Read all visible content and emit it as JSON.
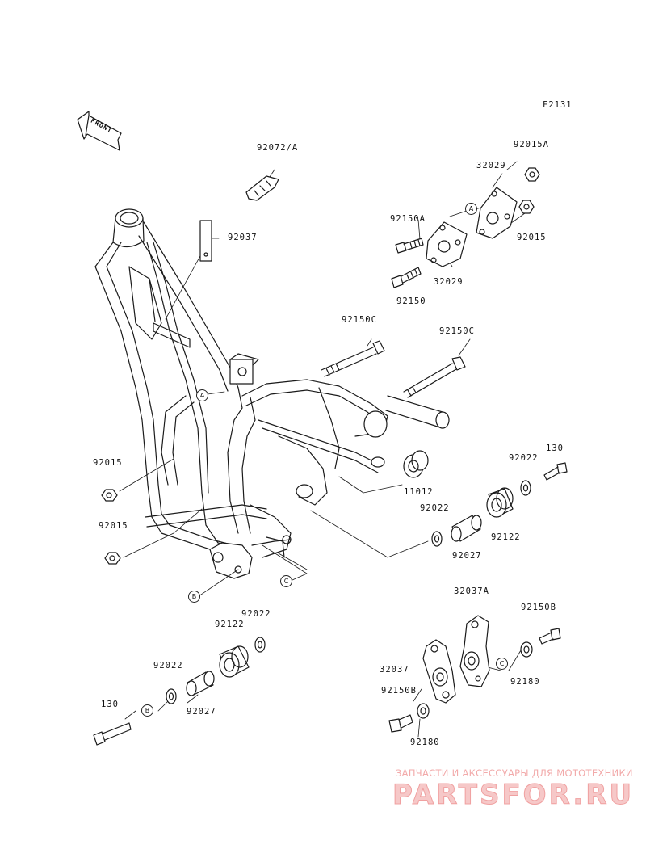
{
  "figure_code": "F2131",
  "front_arrow_label": "FRONT",
  "parts": [
    {
      "id": "p1",
      "number": "92072/A"
    },
    {
      "id": "p2",
      "number": "92015A"
    },
    {
      "id": "p3",
      "number": "32029"
    },
    {
      "id": "p4",
      "number": "92150A"
    },
    {
      "id": "p5",
      "number": "92015"
    },
    {
      "id": "p6",
      "number": "92037"
    },
    {
      "id": "p7",
      "number": "32029"
    },
    {
      "id": "p8",
      "number": "92150"
    },
    {
      "id": "p9",
      "number": "92150C"
    },
    {
      "id": "p10",
      "number": "92150C"
    },
    {
      "id": "p11",
      "number": "130"
    },
    {
      "id": "p12",
      "number": "92022"
    },
    {
      "id": "p13",
      "number": "92015"
    },
    {
      "id": "p14",
      "number": "11012"
    },
    {
      "id": "p15",
      "number": "92022"
    },
    {
      "id": "p16",
      "number": "92122"
    },
    {
      "id": "p17",
      "number": "92015"
    },
    {
      "id": "p18",
      "number": "92027"
    },
    {
      "id": "p19",
      "number": "32037A"
    },
    {
      "id": "p20",
      "number": "92022"
    },
    {
      "id": "p21",
      "number": "92122"
    },
    {
      "id": "p22",
      "number": "92150B"
    },
    {
      "id": "p23",
      "number": "92022"
    },
    {
      "id": "p24",
      "number": "32037"
    },
    {
      "id": "p25",
      "number": "92180"
    },
    {
      "id": "p26",
      "number": "92150B"
    },
    {
      "id": "p27",
      "number": "130"
    },
    {
      "id": "p28",
      "number": "92027"
    },
    {
      "id": "p29",
      "number": "92180"
    }
  ],
  "callouts": [
    {
      "id": "c1",
      "letter": "A"
    },
    {
      "id": "c2",
      "letter": "A"
    },
    {
      "id": "c3",
      "letter": "B"
    },
    {
      "id": "c4",
      "letter": "C"
    },
    {
      "id": "c5",
      "letter": "C"
    },
    {
      "id": "c6",
      "letter": "B"
    }
  ],
  "watermark": {
    "tagline": "ЗАПЧАСТИ И АКСЕССУАРЫ ДЛЯ МОТОТЕХНИКИ",
    "brand": "PARTSFOR.RU"
  }
}
